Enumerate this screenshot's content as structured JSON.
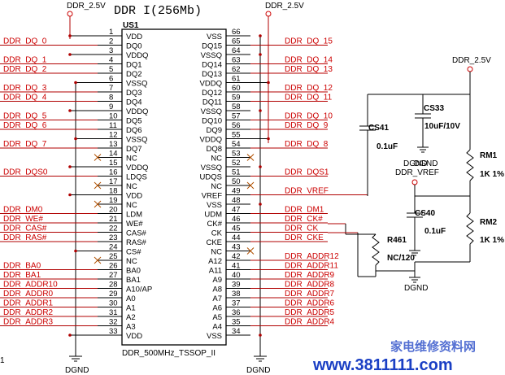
{
  "title": "DDR I(256Mb)",
  "chip": {
    "ref": "US1",
    "part": "DDR_500MHz_TSSOP_II",
    "left_pins": [
      {
        "num": "1",
        "name": "VDD",
        "net": "",
        "nc": false
      },
      {
        "num": "2",
        "name": "DQ0",
        "net": "DDR_DQ_0",
        "nc": false
      },
      {
        "num": "3",
        "name": "VDDQ",
        "net": "",
        "nc": false
      },
      {
        "num": "4",
        "name": "DQ1",
        "net": "DDR_DQ_1",
        "nc": false
      },
      {
        "num": "5",
        "name": "DQ2",
        "net": "DDR_DQ_2",
        "nc": false
      },
      {
        "num": "6",
        "name": "VSSQ",
        "net": "",
        "nc": false
      },
      {
        "num": "7",
        "name": "DQ3",
        "net": "DDR_DQ_3",
        "nc": false
      },
      {
        "num": "8",
        "name": "DQ4",
        "net": "DDR_DQ_4",
        "nc": false
      },
      {
        "num": "9",
        "name": "VDDQ",
        "net": "",
        "nc": false
      },
      {
        "num": "10",
        "name": "DQ5",
        "net": "DDR_DQ_5",
        "nc": false
      },
      {
        "num": "11",
        "name": "DQ6",
        "net": "DDR_DQ_6",
        "nc": false
      },
      {
        "num": "12",
        "name": "VSSQ",
        "net": "",
        "nc": false
      },
      {
        "num": "13",
        "name": "DQ7",
        "net": "DDR_DQ_7",
        "nc": false
      },
      {
        "num": "14",
        "name": "NC",
        "net": "",
        "nc": true
      },
      {
        "num": "15",
        "name": "VDDQ",
        "net": "",
        "nc": false
      },
      {
        "num": "16",
        "name": "LDQS",
        "net": "DDR_DQS0",
        "nc": false
      },
      {
        "num": "17",
        "name": "NC",
        "net": "",
        "nc": true
      },
      {
        "num": "18",
        "name": "VDD",
        "net": "",
        "nc": false
      },
      {
        "num": "19",
        "name": "NC",
        "net": "",
        "nc": true
      },
      {
        "num": "20",
        "name": "LDM",
        "net": "DDR_DM0",
        "nc": false
      },
      {
        "num": "21",
        "name": "WE#",
        "net": "DDR_WE#",
        "nc": false
      },
      {
        "num": "22",
        "name": "CAS#",
        "net": "DDR_CAS#",
        "nc": false
      },
      {
        "num": "23",
        "name": "RAS#",
        "net": "DDR_RAS#",
        "nc": false
      },
      {
        "num": "24",
        "name": "CS#",
        "net": "",
        "nc": false
      },
      {
        "num": "25",
        "name": "NC",
        "net": "",
        "nc": true
      },
      {
        "num": "26",
        "name": "BA0",
        "net": "DDR_BA0",
        "nc": false
      },
      {
        "num": "27",
        "name": "BA1",
        "net": "DDR_BA1",
        "nc": false
      },
      {
        "num": "28",
        "name": "A10/AP",
        "net": "DDR_ADDR10",
        "nc": false
      },
      {
        "num": "29",
        "name": "A0",
        "net": "DDR_ADDR0",
        "nc": false
      },
      {
        "num": "30",
        "name": "A1",
        "net": "DDR_ADDR1",
        "nc": false
      },
      {
        "num": "31",
        "name": "A2",
        "net": "DDR_ADDR2",
        "nc": false
      },
      {
        "num": "32",
        "name": "A3",
        "net": "DDR_ADDR3",
        "nc": false
      },
      {
        "num": "33",
        "name": "VDD",
        "net": "",
        "nc": false
      }
    ],
    "right_pins": [
      {
        "num": "66",
        "name": "VSS",
        "net": "",
        "nc": false
      },
      {
        "num": "65",
        "name": "DQ15",
        "net": "DDR_DQ_15",
        "nc": false
      },
      {
        "num": "64",
        "name": "VSSQ",
        "net": "",
        "nc": false
      },
      {
        "num": "63",
        "name": "DQ14",
        "net": "DDR_DQ_14",
        "nc": false
      },
      {
        "num": "62",
        "name": "DQ13",
        "net": "DDR_DQ_13",
        "nc": false
      },
      {
        "num": "61",
        "name": "VDDQ",
        "net": "",
        "nc": false
      },
      {
        "num": "60",
        "name": "DQ12",
        "net": "DDR_DQ_12",
        "nc": false
      },
      {
        "num": "59",
        "name": "DQ11",
        "net": "DDR_DQ_11",
        "nc": false
      },
      {
        "num": "58",
        "name": "VSSQ",
        "net": "",
        "nc": false
      },
      {
        "num": "57",
        "name": "DQ10",
        "net": "DDR_DQ_10",
        "nc": false
      },
      {
        "num": "56",
        "name": "DQ9",
        "net": "DDR_DQ_9",
        "nc": false
      },
      {
        "num": "55",
        "name": "VDDQ",
        "net": "",
        "nc": false
      },
      {
        "num": "54",
        "name": "DQ8",
        "net": "DDR_DQ_8",
        "nc": false
      },
      {
        "num": "53",
        "name": "NC",
        "net": "",
        "nc": true
      },
      {
        "num": "52",
        "name": "VSSQ",
        "net": "",
        "nc": false
      },
      {
        "num": "51",
        "name": "UDQS",
        "net": "DDR_DQS1",
        "nc": false
      },
      {
        "num": "50",
        "name": "NC",
        "net": "",
        "nc": true
      },
      {
        "num": "49",
        "name": "VREF",
        "net": "DDR_VREF",
        "nc": false
      },
      {
        "num": "48",
        "name": "VSS",
        "net": "",
        "nc": false
      },
      {
        "num": "47",
        "name": "UDM",
        "net": "DDR_DM1",
        "nc": false
      },
      {
        "num": "46",
        "name": "CK#",
        "net": "DDR_CK#",
        "nc": false
      },
      {
        "num": "45",
        "name": "CK",
        "net": "DDR_CK",
        "nc": false
      },
      {
        "num": "44",
        "name": "CKE",
        "net": "DDR_CKE",
        "nc": false
      },
      {
        "num": "43",
        "name": "NC",
        "net": "",
        "nc": true
      },
      {
        "num": "42",
        "name": "A12",
        "net": "DDR_ADDR12",
        "nc": false
      },
      {
        "num": "41",
        "name": "A11",
        "net": "DDR_ADDR11",
        "nc": false
      },
      {
        "num": "40",
        "name": "A9",
        "net": "DDR_ADDR9",
        "nc": false
      },
      {
        "num": "39",
        "name": "A8",
        "net": "DDR_ADDR8",
        "nc": false
      },
      {
        "num": "38",
        "name": "A7",
        "net": "DDR_ADDR7",
        "nc": false
      },
      {
        "num": "37",
        "name": "A6",
        "net": "DDR_ADDR6",
        "nc": false
      },
      {
        "num": "36",
        "name": "A5",
        "net": "DDR_ADDR5",
        "nc": false
      },
      {
        "num": "35",
        "name": "A4",
        "net": "DDR_ADDR4",
        "nc": false
      },
      {
        "num": "34",
        "name": "VSS",
        "net": "",
        "nc": false
      }
    ]
  },
  "power": {
    "left": "DDR_2.5V",
    "right": "DDR_2.5V",
    "vref_supply": "DDR_2.5V"
  },
  "grounds": {
    "left": "DGND",
    "right": "DGND",
    "cs33": "DGND",
    "r461": "DGND",
    "vref_cap": "DGND"
  },
  "components": {
    "cs41": {
      "ref": "CS41",
      "value": "0.1uF"
    },
    "cs33": {
      "ref": "CS33",
      "value": "10uF/10V"
    },
    "cs40": {
      "ref": "CS40",
      "value": "0.1uF"
    },
    "rm1": {
      "ref": "RM1",
      "value": "1K 1%"
    },
    "rm2": {
      "ref": "RM2",
      "value": "1K 1%"
    },
    "r461": {
      "ref": "R461",
      "value": "NC/120"
    }
  },
  "vref_label": "DDR_VREF",
  "fragment_left": "1",
  "watermark": {
    "url": "www.3811111.com",
    "chinese": "家电维修资料网"
  },
  "colors": {
    "net": "#cc0000",
    "wire": "#000000",
    "watermark": "#1a3fc4"
  }
}
